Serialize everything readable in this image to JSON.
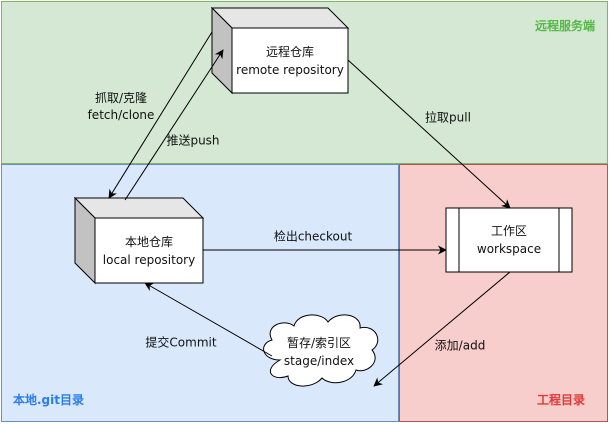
{
  "regions": {
    "remote": "远程服务端",
    "local": "本地.git目录",
    "workspace": "工程目录"
  },
  "nodes": {
    "remote_repo": {
      "line1": "远程仓库",
      "line2": "remote repository"
    },
    "local_repo": {
      "line1": "本地仓库",
      "line2": "local repository"
    },
    "workspace": {
      "line1": "工作区",
      "line2": "workspace"
    },
    "stage": {
      "line1": "暂存/索引区",
      "line2": "stage/index"
    }
  },
  "edges": {
    "fetch_clone": {
      "line1": "抓取/克隆",
      "line2": "fetch/clone"
    },
    "push": "推送push",
    "pull": "拉取pull",
    "checkout": "检出checkout",
    "add": "添加/add",
    "commit": "提交Commit"
  },
  "colors": {
    "remote_fill": "#d5e8d4",
    "local_fill": "#dae8fc",
    "workspace_fill": "#f8cecc",
    "remote_label": "#56b848",
    "local_label": "#2b7de9",
    "workspace_label": "#e23a3a"
  }
}
